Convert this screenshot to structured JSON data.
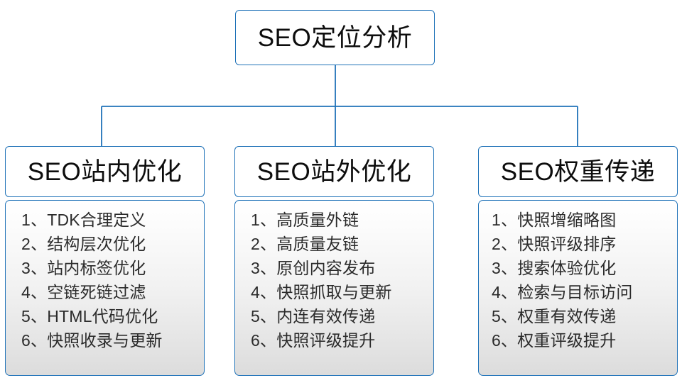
{
  "diagram": {
    "type": "org-tree",
    "accent_color": "#1f72b8",
    "text_color": "#0d0d0d",
    "list_text_color": "#2b2b2b",
    "body_gradient_top": "#ffffff",
    "body_gradient_bottom": "#dcdcdc",
    "root": {
      "title": "SEO定位分析"
    },
    "branches": [
      {
        "title": "SEO站内优化",
        "items": [
          "1、TDK合理定义",
          "2、结构层次优化",
          "3、站内标签优化",
          "4、空链死链过滤",
          "5、HTML代码优化",
          "6、快照收录与更新"
        ]
      },
      {
        "title": "SEO站外优化",
        "items": [
          "1、高质量外链",
          "2、高质量友链",
          "3、原创内容发布",
          "4、快照抓取与更新",
          "5、内连有效传递",
          "6、快照评级提升"
        ]
      },
      {
        "title": "SEO权重传递",
        "items": [
          "1、快照增缩略图",
          "2、快照评级排序",
          "3、搜索体验优化",
          "4、检索与目标访问",
          "5、权重有效传递",
          "6、权重评级提升"
        ]
      }
    ]
  }
}
